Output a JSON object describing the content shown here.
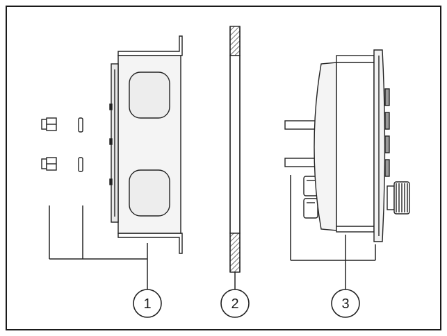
{
  "figure": {
    "callouts": [
      {
        "id": "1",
        "label": "1"
      },
      {
        "id": "2",
        "label": "2"
      },
      {
        "id": "3",
        "label": "3"
      }
    ],
    "colors": {
      "frame": "#1a1a1a",
      "line": "#222222",
      "fill_light": "#f2f2f2",
      "fill_mid": "#e6e6e6",
      "fill_dark": "#9a9a9a"
    }
  }
}
